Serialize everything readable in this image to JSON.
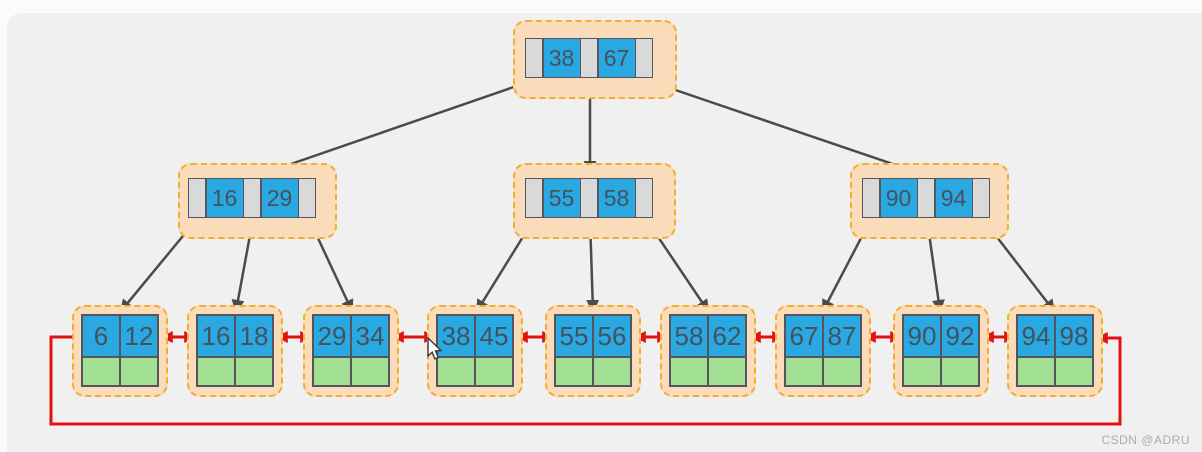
{
  "tree": {
    "root": {
      "keys": [
        "38",
        "67"
      ]
    },
    "internal": [
      {
        "keys": [
          "16",
          "29"
        ]
      },
      {
        "keys": [
          "55",
          "58"
        ]
      },
      {
        "keys": [
          "90",
          "94"
        ]
      }
    ],
    "leaves": [
      {
        "keys": [
          "6",
          "12"
        ]
      },
      {
        "keys": [
          "16",
          "18"
        ]
      },
      {
        "keys": [
          "29",
          "34"
        ]
      },
      {
        "keys": [
          "38",
          "45"
        ]
      },
      {
        "keys": [
          "55",
          "56"
        ]
      },
      {
        "keys": [
          "58",
          "62"
        ]
      },
      {
        "keys": [
          "67",
          "87"
        ]
      },
      {
        "keys": [
          "90",
          "92"
        ]
      },
      {
        "keys": [
          "94",
          "98"
        ]
      }
    ]
  },
  "colors": {
    "key_cell": "#29a8e2",
    "pointer_cell": "#d9d9d9",
    "data_cell": "#a2e193",
    "node_background": "#fadcba",
    "node_dashed_border": "#f2ad33",
    "tree_edge": "#4b4b4b",
    "linked_list_edge": "#e01212",
    "key_text": "#44525e"
  },
  "watermark": "CSDN @ADRU"
}
